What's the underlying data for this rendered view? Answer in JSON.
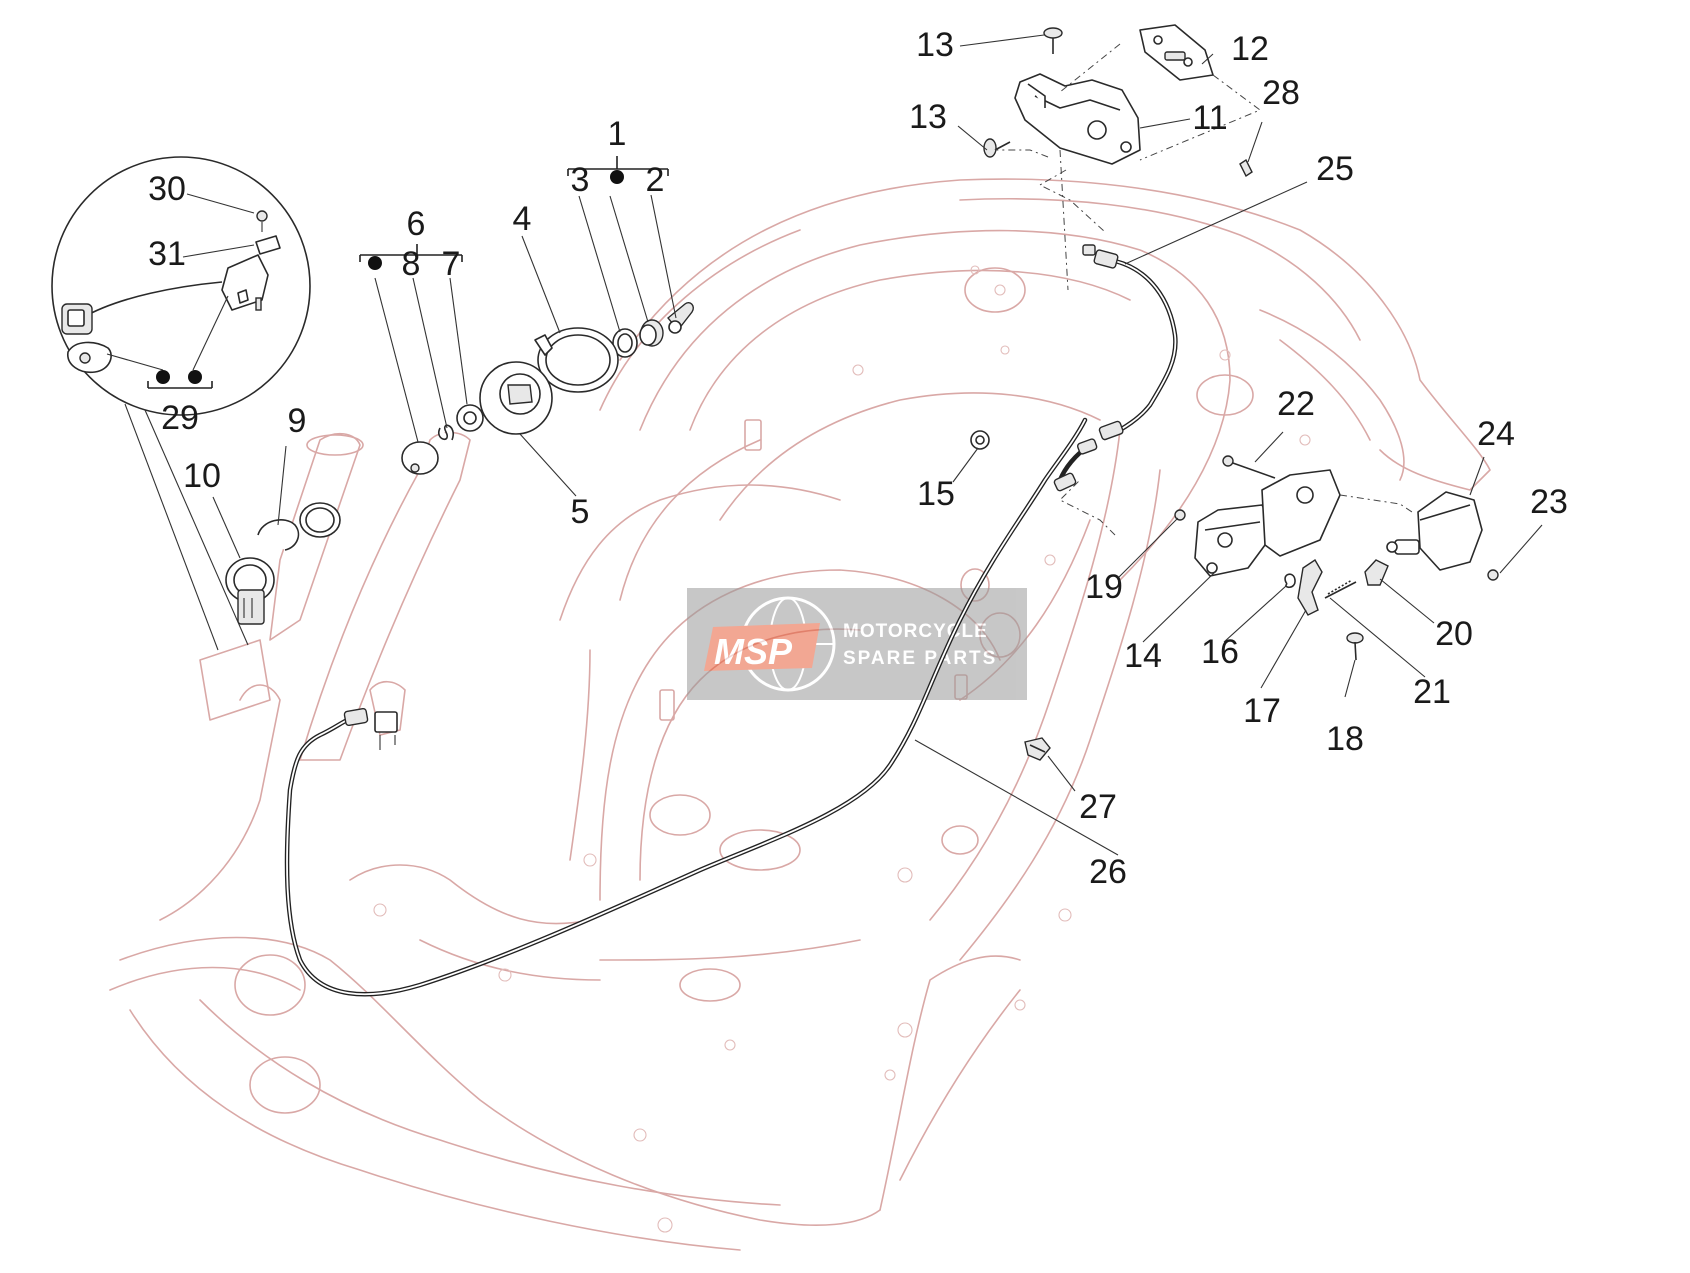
{
  "watermark": {
    "logo_text": "MSP",
    "line1": "MOTORCYCLE",
    "line2": "SPARE PARTS",
    "accent_color": "#e8603c"
  },
  "callouts": [
    {
      "id": "1",
      "text": "1"
    },
    {
      "id": "2",
      "text": "2"
    },
    {
      "id": "3",
      "text": "3"
    },
    {
      "id": "4",
      "text": "4"
    },
    {
      "id": "5",
      "text": "5"
    },
    {
      "id": "6",
      "text": "6"
    },
    {
      "id": "7",
      "text": "7"
    },
    {
      "id": "8",
      "text": "8"
    },
    {
      "id": "9",
      "text": "9"
    },
    {
      "id": "10",
      "text": "10"
    },
    {
      "id": "11",
      "text": "11"
    },
    {
      "id": "12",
      "text": "12"
    },
    {
      "id": "13a",
      "text": "13"
    },
    {
      "id": "13b",
      "text": "13"
    },
    {
      "id": "14",
      "text": "14"
    },
    {
      "id": "15",
      "text": "15"
    },
    {
      "id": "16",
      "text": "16"
    },
    {
      "id": "17",
      "text": "17"
    },
    {
      "id": "18",
      "text": "18"
    },
    {
      "id": "19",
      "text": "19"
    },
    {
      "id": "20",
      "text": "20"
    },
    {
      "id": "21",
      "text": "21"
    },
    {
      "id": "22",
      "text": "22"
    },
    {
      "id": "23",
      "text": "23"
    },
    {
      "id": "24",
      "text": "24"
    },
    {
      "id": "25",
      "text": "25"
    },
    {
      "id": "26",
      "text": "26"
    },
    {
      "id": "27",
      "text": "27"
    },
    {
      "id": "28",
      "text": "28"
    },
    {
      "id": "29",
      "text": "29"
    },
    {
      "id": "30",
      "text": "30"
    },
    {
      "id": "31",
      "text": "31"
    }
  ]
}
